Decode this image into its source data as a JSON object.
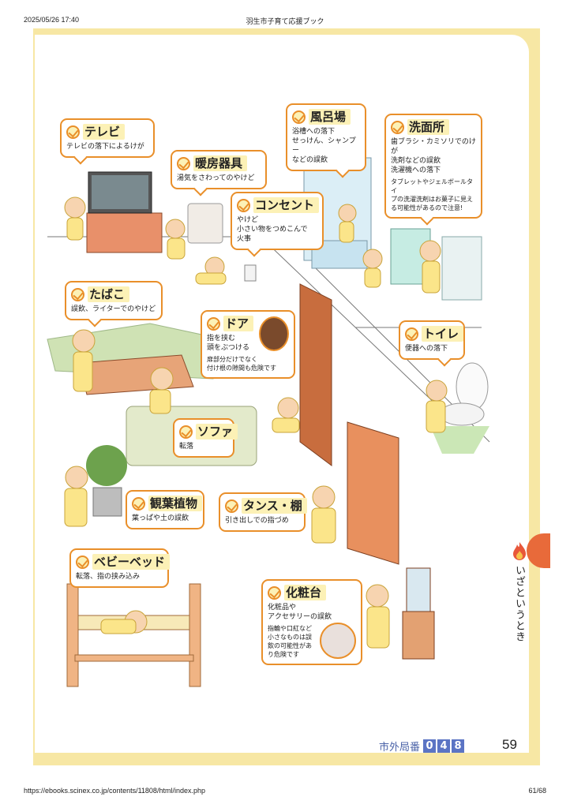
{
  "print": {
    "datetime": "2025/05/26 17:40",
    "title": "羽生市子育て応援ブック",
    "url": "https://ebooks.scinex.co.jp/contents/11808/html/index.php",
    "page_of": "61/68"
  },
  "callouts": {
    "tv": {
      "title": "テレビ",
      "desc": "テレビの落下によるけが"
    },
    "heater": {
      "title": "暖房器具",
      "desc": "湯気をさわってのやけど"
    },
    "outlet": {
      "title": "コンセント",
      "desc": "やけど\n小さい物をつめこんで\n火事"
    },
    "bath": {
      "title": "風呂場",
      "desc": "浴槽への落下\nせっけん、シャンプー\nなどの誤飲"
    },
    "sink": {
      "title": "洗面所",
      "desc": "歯ブラシ・カミソリでのけが\n洗剤などの誤飲\n洗濯機への落下",
      "note": "タブレットやジェルボールタイ\nプの洗濯洗剤はお菓子に見え\nる可能性があるので注意!"
    },
    "tobacco": {
      "title": "たばこ",
      "desc": "誤飲、ライターでのやけど"
    },
    "door": {
      "title": "ドア",
      "desc": "指を挟む\n頭をぶつける",
      "note": "扉部分だけでなく\n付け根の隙間も危険です"
    },
    "toilet": {
      "title": "トイレ",
      "desc": "便器への落下"
    },
    "sofa": {
      "title": "ソファ",
      "desc": "転落"
    },
    "plant": {
      "title": "観葉植物",
      "desc": "葉っぱや土の誤飲"
    },
    "chest": {
      "title": "タンス・棚",
      "desc": "引き出しでの指づめ"
    },
    "crib": {
      "title": "ベビーベッド",
      "desc": "転落、指の挟み込み"
    },
    "dresser": {
      "title": "化粧台",
      "desc": "化粧品や\nアクセサリーの誤飲",
      "note": "指輪や口紅など\n小さなものは誤\n飲の可能性があ\nり危険です"
    }
  },
  "side_tab": {
    "label": "いざというとき",
    "icon": "flame-icon"
  },
  "footer": {
    "ext_label": "市外局番",
    "digits": [
      "0",
      "4",
      "8"
    ],
    "page_number": "59"
  },
  "colors": {
    "accent": "#e98f2a",
    "frame": "#f7e7a4",
    "highlight": "#fcf1b6",
    "blue": "#5b74c4",
    "tab": "#e86a3a"
  }
}
